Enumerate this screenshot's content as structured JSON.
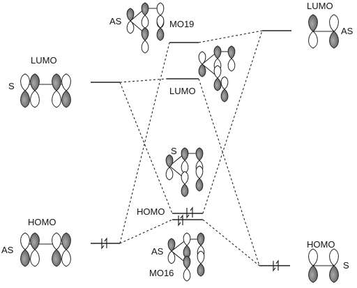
{
  "labels": {
    "left_lumo_title": "LUMO",
    "left_lumo_sym": "S",
    "left_homo_title": "HOMO",
    "left_homo_sym": "AS",
    "right_lumo_title": "LUMO",
    "right_lumo_sym": "AS",
    "right_homo_title": "HOMO",
    "right_homo_sym": "S",
    "mo19_sym": "AS",
    "mo19_name": "MO19",
    "center_lumo": "LUMO",
    "center_homo_sym": "S",
    "center_homo": "HOMO",
    "mo16_sym": "AS",
    "mo16_name": "MO16"
  },
  "colors": {
    "lobe_shaded": "#777777",
    "line": "#222222"
  }
}
